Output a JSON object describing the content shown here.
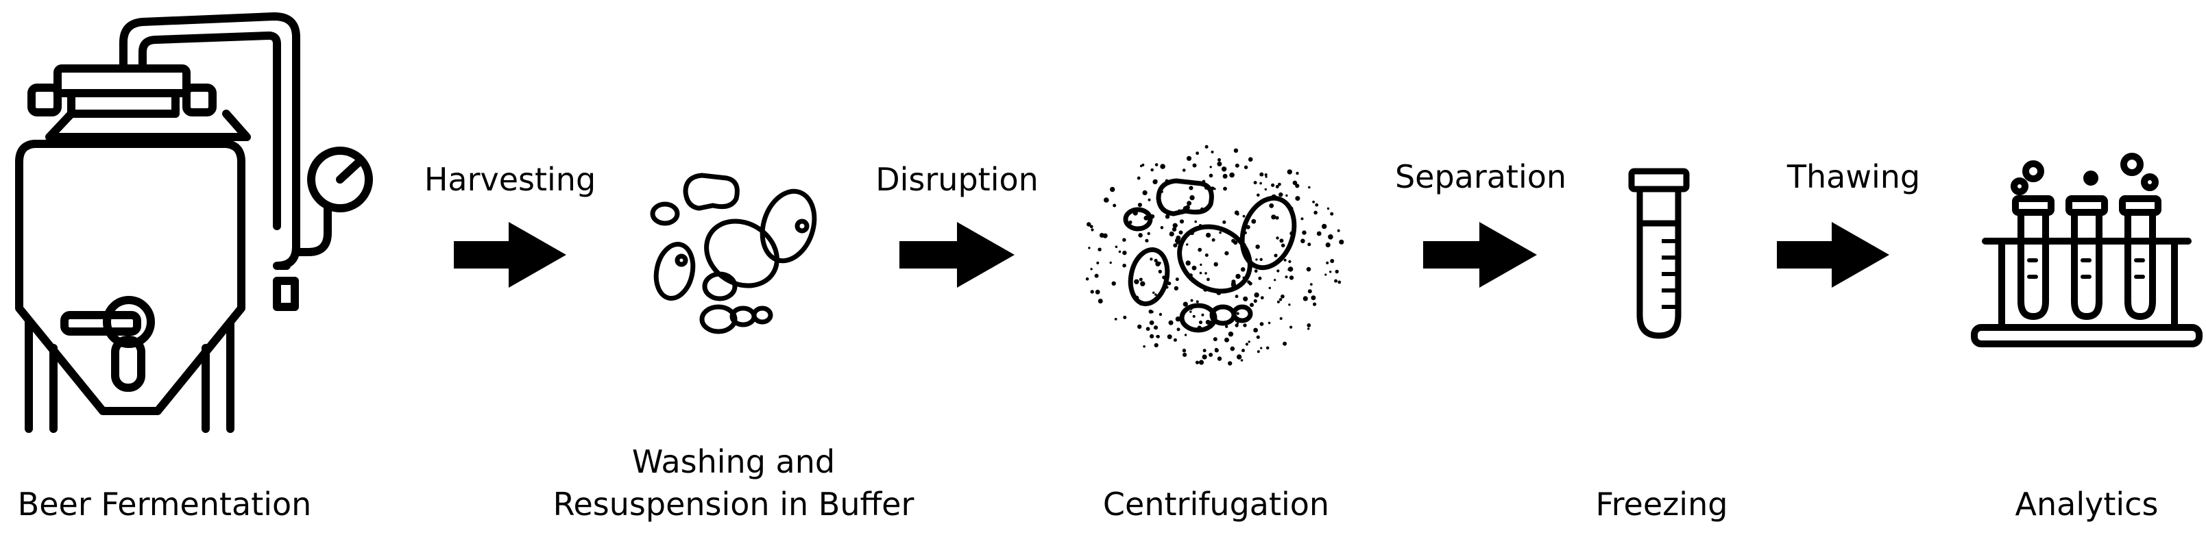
{
  "stages": [
    {
      "id": "fermentation",
      "label_lines": [
        "Beer Fermentation"
      ],
      "icon": "fermenter-tank-icon"
    },
    {
      "id": "washing",
      "label_lines": [
        "Washing and",
        "Resuspension in Buffer"
      ],
      "icon": "yeast-cells-icon"
    },
    {
      "id": "centrifugation",
      "label_lines": [
        "Centrifugation"
      ],
      "icon": "disrupted-cells-icon"
    },
    {
      "id": "freezing",
      "label_lines": [
        "Freezing"
      ],
      "icon": "test-tube-icon"
    },
    {
      "id": "analytics",
      "label_lines": [
        "Analytics"
      ],
      "icon": "test-tube-rack-icon"
    }
  ],
  "steps": [
    {
      "id": "harvesting",
      "label": "Harvesting",
      "icon": "right-arrow-icon"
    },
    {
      "id": "disruption",
      "label": "Disruption",
      "icon": "right-arrow-icon"
    },
    {
      "id": "separation",
      "label": "Separation",
      "icon": "right-arrow-icon"
    },
    {
      "id": "thawing",
      "label": "Thawing",
      "icon": "right-arrow-icon"
    }
  ]
}
